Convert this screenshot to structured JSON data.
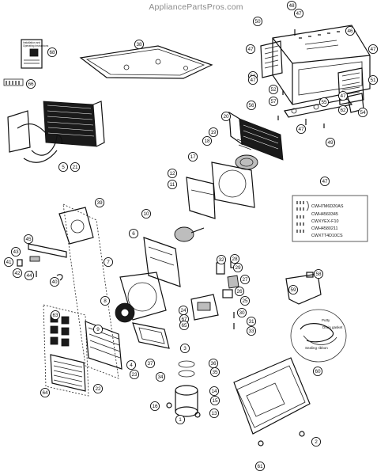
{
  "watermark": "AppliancePartsPros.com",
  "callouts": [
    {
      "id": "c48",
      "label": "48"
    },
    {
      "id": "c46",
      "label": "46"
    },
    {
      "id": "c47a",
      "label": "47"
    },
    {
      "id": "c50",
      "label": "50"
    },
    {
      "id": "c47b",
      "label": "47"
    },
    {
      "id": "c47c",
      "label": "47"
    },
    {
      "id": "c53",
      "label": "53"
    },
    {
      "id": "c51",
      "label": "51"
    },
    {
      "id": "c47d",
      "label": "47"
    },
    {
      "id": "c52",
      "label": "52"
    },
    {
      "id": "c56",
      "label": "56"
    },
    {
      "id": "c57",
      "label": "57"
    },
    {
      "id": "c55",
      "label": "55"
    },
    {
      "id": "c62",
      "label": "62"
    },
    {
      "id": "c54",
      "label": "54"
    },
    {
      "id": "c47e",
      "label": "47"
    },
    {
      "id": "c49",
      "label": "49"
    },
    {
      "id": "c47f",
      "label": "47"
    },
    {
      "id": "c68",
      "label": "68"
    },
    {
      "id": "c38",
      "label": "38"
    },
    {
      "id": "c66",
      "label": "66"
    },
    {
      "id": "c20",
      "label": "20"
    },
    {
      "id": "c19",
      "label": "19"
    },
    {
      "id": "c18",
      "label": "18"
    },
    {
      "id": "c5",
      "label": "5"
    },
    {
      "id": "c21",
      "label": "21"
    },
    {
      "id": "c17",
      "label": "17"
    },
    {
      "id": "c12",
      "label": "12"
    },
    {
      "id": "c11",
      "label": "11"
    },
    {
      "id": "c47g",
      "label": "47"
    },
    {
      "id": "c39",
      "label": "39"
    },
    {
      "id": "c10",
      "label": "10"
    },
    {
      "id": "c6",
      "label": "6"
    },
    {
      "id": "c45",
      "label": "45"
    },
    {
      "id": "c43",
      "label": "43"
    },
    {
      "id": "c41",
      "label": "41"
    },
    {
      "id": "c42",
      "label": "42"
    },
    {
      "id": "c44",
      "label": "44"
    },
    {
      "id": "c40",
      "label": "40"
    },
    {
      "id": "c7",
      "label": "7"
    },
    {
      "id": "c32",
      "label": "32"
    },
    {
      "id": "c28",
      "label": "28"
    },
    {
      "id": "c29",
      "label": "29"
    },
    {
      "id": "c27",
      "label": "27"
    },
    {
      "id": "c58",
      "label": "58"
    },
    {
      "id": "c26",
      "label": "26"
    },
    {
      "id": "c59",
      "label": "59"
    },
    {
      "id": "c25",
      "label": "25"
    },
    {
      "id": "c24",
      "label": "24"
    },
    {
      "id": "c8",
      "label": "8"
    },
    {
      "id": "c67",
      "label": "67"
    },
    {
      "id": "c30",
      "label": "30"
    },
    {
      "id": "c31",
      "label": "31"
    },
    {
      "id": "c65",
      "label": "65"
    },
    {
      "id": "c33",
      "label": "33"
    },
    {
      "id": "c63",
      "label": "63"
    },
    {
      "id": "c9",
      "label": "9"
    },
    {
      "id": "c3",
      "label": "3"
    },
    {
      "id": "c60",
      "label": "60"
    },
    {
      "id": "c4",
      "label": "4"
    },
    {
      "id": "c23",
      "label": "23"
    },
    {
      "id": "c22",
      "label": "22"
    },
    {
      "id": "c64",
      "label": "64"
    },
    {
      "id": "c37",
      "label": "37"
    },
    {
      "id": "c36",
      "label": "36"
    },
    {
      "id": "c34",
      "label": "34"
    },
    {
      "id": "c35",
      "label": "35"
    },
    {
      "id": "c14",
      "label": "14"
    },
    {
      "id": "c15",
      "label": "15"
    },
    {
      "id": "c16",
      "label": "16"
    },
    {
      "id": "c13",
      "label": "13"
    },
    {
      "id": "c1",
      "label": "1"
    },
    {
      "id": "c2",
      "label": "2"
    },
    {
      "id": "c61",
      "label": "61"
    }
  ],
  "screw_kit": {
    "codes": [
      "CWH7M6D20AS",
      "CWH4560345",
      "CWXYEX-F10",
      "CWH4580211",
      "CWXTT4D10CS"
    ]
  },
  "seal_kit": {
    "labels": [
      "Putty",
      "Drain gasket",
      "Sealing ribbon"
    ]
  },
  "manual_68": {
    "lines": [
      "Installation and",
      "Operating Instructions"
    ]
  }
}
